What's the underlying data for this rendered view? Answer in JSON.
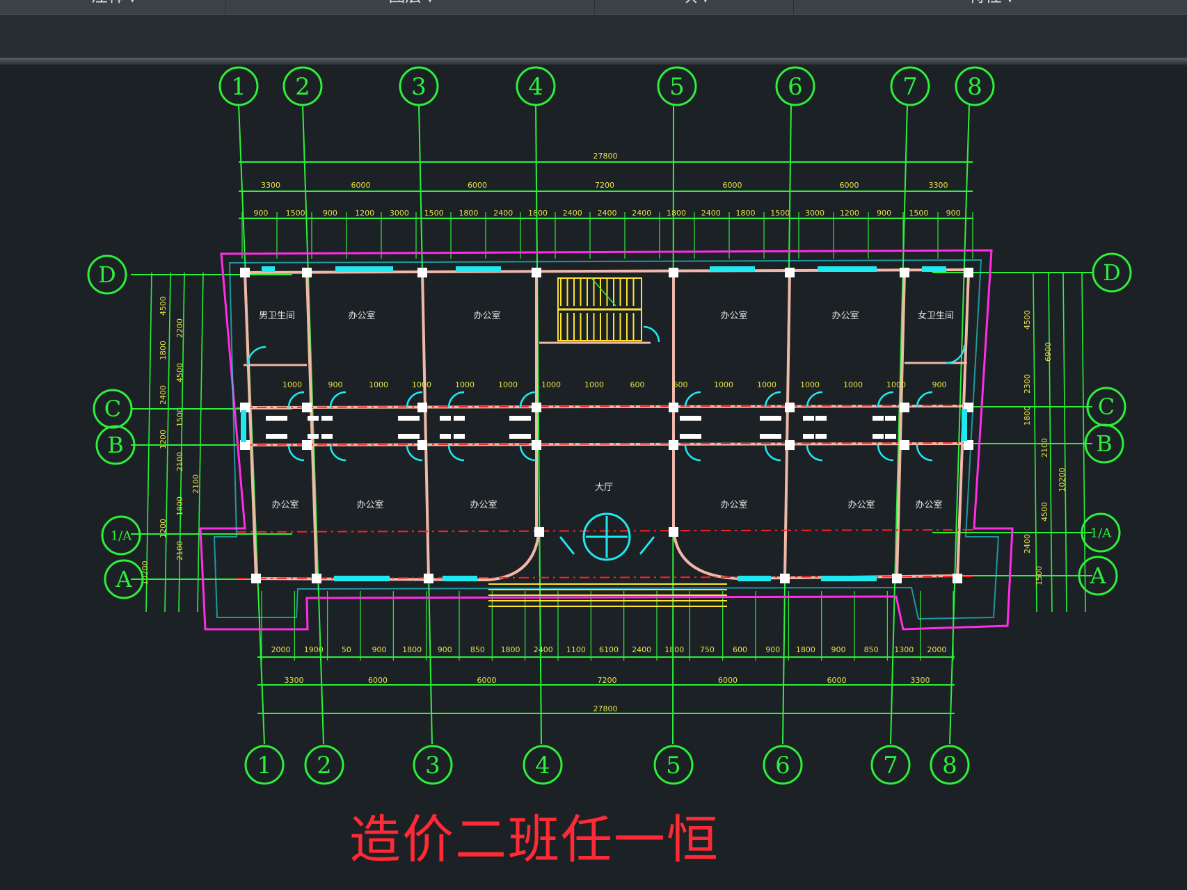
{
  "ribbon": {
    "groups": [
      {
        "label": "注释"
      },
      {
        "label": "图层"
      },
      {
        "label": "块"
      },
      {
        "label": "特性"
      }
    ]
  },
  "colors": {
    "background": "#1c2125",
    "axis": "#2cf03a",
    "outer_wall": "#ff2de6",
    "wall": "#f0b8a8",
    "centerline": "#ff2020",
    "window": "#20e8f0",
    "stair": "#ffe52a",
    "watermark": "#ff2a35"
  },
  "axes": {
    "top": [
      "1",
      "2",
      "3",
      "4",
      "5",
      "6",
      "7",
      "8"
    ],
    "bottom": [
      "1",
      "2",
      "3",
      "4",
      "5",
      "6",
      "7",
      "8"
    ],
    "left": [
      "D",
      "C",
      "B",
      "1/A",
      "A"
    ],
    "right": [
      "D",
      "C",
      "B",
      "1/A",
      "A"
    ]
  },
  "dimensions": {
    "top_total": "27800",
    "top_bays": [
      "3300",
      "6000",
      "6000",
      "7200",
      "6000",
      "6000",
      "3300"
    ],
    "top_details": [
      "900",
      "1500",
      "900",
      "1200",
      "3000",
      "1500",
      "1800",
      "2400",
      "1800",
      "2400",
      "2400",
      "2400",
      "1800",
      "2400",
      "1800",
      "1500",
      "3000",
      "1200",
      "900",
      "1500",
      "900"
    ],
    "bottom_details": [
      "2000",
      "1900",
      "50",
      "900",
      "1800",
      "900",
      "850",
      "1800",
      "2400",
      "1100",
      "6100",
      "2400",
      "1800",
      "750",
      "600",
      "900",
      "1800",
      "900",
      "850",
      "1300",
      "2000"
    ],
    "bottom_bays": [
      "3300",
      "6000",
      "6000",
      "7200",
      "6000",
      "6000",
      "3300"
    ],
    "bottom_total": "27800",
    "left_dims": [
      "4500",
      "2200",
      "1800",
      "4500",
      "2400",
      "1500",
      "1200",
      "2100",
      "2100",
      "1800",
      "1200",
      "2100",
      "10200"
    ],
    "right_dims": [
      "4500",
      "6900",
      "2300",
      "1800",
      "2100",
      "10200",
      "4500",
      "2400",
      "1500"
    ],
    "door_dims": [
      "1000",
      "900",
      "1000",
      "1000",
      "1000",
      "1000",
      "1000",
      "1000",
      "600",
      "600",
      "1000",
      "1000",
      "1000",
      "1000",
      "1000",
      "900"
    ]
  },
  "rooms": {
    "top": [
      "男卫生间",
      "办公室",
      "办公室",
      "办公室",
      "办公室",
      "女卫生间"
    ],
    "bottom": [
      "办公室",
      "办公室",
      "办公室",
      "大厅",
      "办公室",
      "办公室",
      "办公室"
    ]
  },
  "watermark": "造价二班任一恒"
}
